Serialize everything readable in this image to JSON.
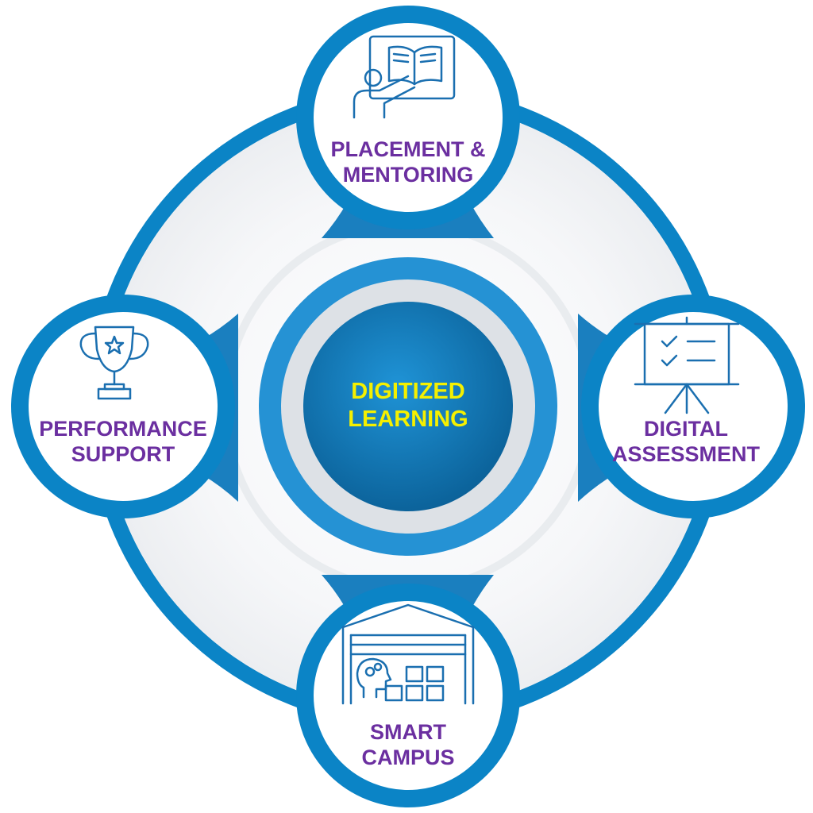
{
  "center": {
    "line1": "DIGITIZED",
    "line2": "LEARNING"
  },
  "nodes": {
    "top": {
      "line1": "PLACEMENT &",
      "line2": "MENTORING",
      "icon": "teacher-book-icon"
    },
    "left": {
      "line1": "PERFORMANCE",
      "line2": "SUPPORT",
      "icon": "trophy-icon"
    },
    "right": {
      "line1": "DIGITAL",
      "line2": "ASSESSMENT",
      "icon": "checklist-board-icon"
    },
    "bottom": {
      "line1": "SMART",
      "line2": "CAMPUS",
      "icon": "smart-warehouse-icon"
    }
  },
  "colors": {
    "ring_blue": "#0b84c6",
    "connector_blue": "#1a7fbf",
    "inner_blue": "#2592d4",
    "core_blue": "#0f6ea8",
    "gray_ring": "#dde1e6",
    "node_text": "#6b2fa0",
    "center_text": "#f5f000"
  }
}
